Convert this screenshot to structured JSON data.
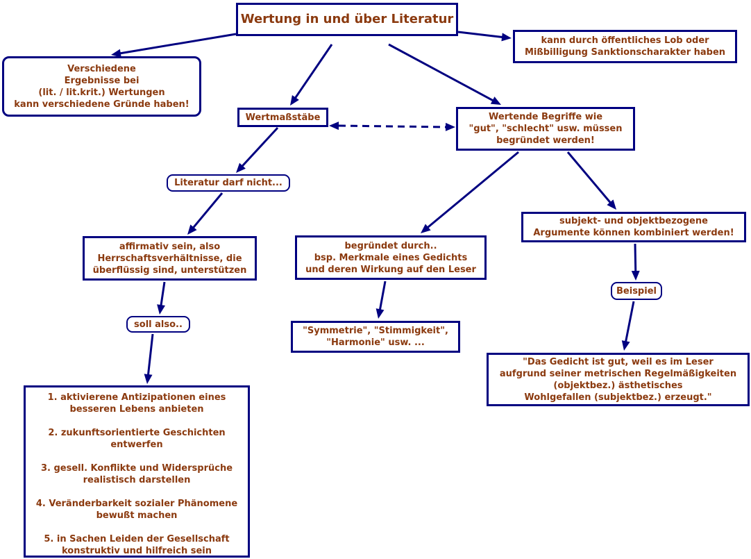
{
  "colors": {
    "border": "#000080",
    "text": "#8b3a0f",
    "arrow": "#000080"
  },
  "nodes": {
    "title": {
      "lines": [
        "Wertung in und über Literatur"
      ]
    },
    "ergebnisse": {
      "lines": [
        "Verschiedene",
        "Ergebnisse bei",
        "(lit. / lit.krit.) Wertungen",
        "kann verschiedene Gründe haben!"
      ]
    },
    "sanktion": {
      "lines": [
        "kann durch öffentliches Lob oder",
        "Mißbilligung Sanktionscharakter haben"
      ]
    },
    "wertmassstaebe": {
      "lines": [
        "Wertmaßstäbe"
      ]
    },
    "wertende": {
      "lines": [
        "Wertende Begriffe wie",
        "\"gut\", \"schlecht\" usw. müssen",
        "begründet werden!"
      ]
    },
    "darf_nicht": {
      "lines": [
        "Literatur darf nicht..."
      ]
    },
    "affirmativ": {
      "lines": [
        "affirmativ sein, also",
        "Herrschaftsverhältnisse, die",
        "überflüssig sind, unterstützen"
      ]
    },
    "soll_also": {
      "lines": [
        "soll also.."
      ]
    },
    "liste": {
      "items": [
        [
          "1. aktivierene Antizipationen eines",
          "besseren Lebens anbieten"
        ],
        [
          "2. zukunftsorientierte Geschichten",
          "entwerfen"
        ],
        [
          "3. gesell. Konflikte und Widersprüche",
          "realistisch darstellen"
        ],
        [
          "4. Veränderbarkeit sozialer Phänomene",
          "bewußt machen"
        ],
        [
          "5. in Sachen Leiden der Gesellschaft",
          "konstruktiv und hilfreich sein"
        ]
      ]
    },
    "begruendet": {
      "lines": [
        "begründet durch..",
        "bsp. Merkmale eines Gedichts",
        "und deren Wirkung auf den Leser"
      ]
    },
    "symmetrie": {
      "lines": [
        "\"Symmetrie\", \"Stimmigkeit\",",
        "\"Harmonie\" usw. ..."
      ]
    },
    "subjekt": {
      "lines": [
        "subjekt- und objektbezogene",
        "Argumente können kombiniert werden!"
      ]
    },
    "beispiel": {
      "lines": [
        "Beispiel"
      ]
    },
    "gedicht": {
      "lines": [
        "\"Das Gedicht ist gut, weil es im Leser",
        "aufgrund seiner metrischen Regelmäßigkeiten",
        "(objektbez.) ästhetisches",
        "Wohlgefallen (subjektbez.) erzeugt.\""
      ]
    }
  }
}
